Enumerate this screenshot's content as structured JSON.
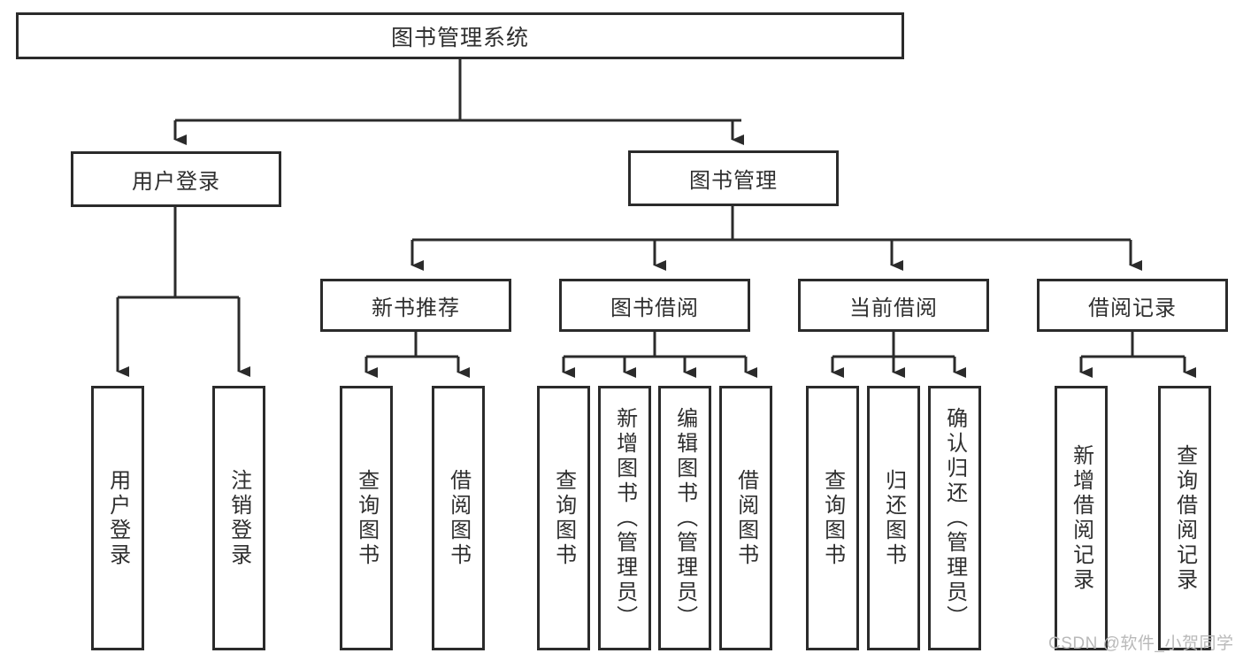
{
  "diagram": {
    "title": "图书管理系统",
    "type": "tree-hierarchy",
    "root": {
      "label": "图书管理系统"
    },
    "level2": [
      {
        "id": "user-login",
        "label": "用户登录"
      },
      {
        "id": "book-management",
        "label": "图书管理"
      }
    ],
    "level3": [
      {
        "id": "new-book-recommend",
        "label": "新书推荐",
        "parent": "book-management"
      },
      {
        "id": "book-borrow",
        "label": "图书借阅",
        "parent": "book-management"
      },
      {
        "id": "current-borrow",
        "label": "当前借阅",
        "parent": "book-management"
      },
      {
        "id": "borrow-record",
        "label": "借阅记录",
        "parent": "book-management"
      }
    ],
    "leaves": [
      {
        "id": "leaf-user-login",
        "label": "用户登录",
        "parent": "user-login"
      },
      {
        "id": "leaf-logout-login",
        "label": "注销登录",
        "parent": "user-login"
      },
      {
        "id": "leaf-query-book-1",
        "label": "查询图书",
        "parent": "new-book-recommend"
      },
      {
        "id": "leaf-borrow-book-1",
        "label": "借阅图书",
        "parent": "new-book-recommend"
      },
      {
        "id": "leaf-query-book-2",
        "label": "查询图书",
        "parent": "book-borrow"
      },
      {
        "id": "leaf-add-book",
        "label": "新增图书（管理员）",
        "parent": "book-borrow"
      },
      {
        "id": "leaf-edit-book",
        "label": "编辑图书（管理员）",
        "parent": "book-borrow"
      },
      {
        "id": "leaf-borrow-book-2",
        "label": "借阅图书",
        "parent": "book-borrow"
      },
      {
        "id": "leaf-query-book-3",
        "label": "查询图书",
        "parent": "current-borrow"
      },
      {
        "id": "leaf-return-book",
        "label": "归还图书",
        "parent": "current-borrow"
      },
      {
        "id": "leaf-confirm-return",
        "label": "确认归还（管理员）",
        "parent": "current-borrow"
      },
      {
        "id": "leaf-add-record",
        "label": "新增借阅记录",
        "parent": "borrow-record"
      },
      {
        "id": "leaf-query-record",
        "label": "查询借阅记录",
        "parent": "borrow-record"
      }
    ],
    "colors": {
      "stroke": "#2b2b2b",
      "fill": "#ffffff",
      "text": "#2f2f2f",
      "watermark": "#b9b9b9"
    }
  },
  "watermark": {
    "text": "CSDN @软件_小贺同学"
  }
}
